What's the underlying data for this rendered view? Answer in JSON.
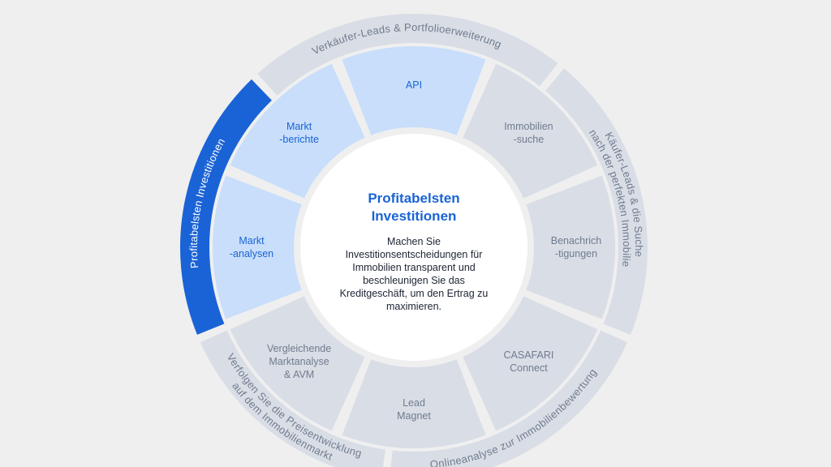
{
  "hub": {
    "title": "Profitabelsten\nInvestitionen",
    "body": "Machen Sie Investitionsentscheidungen für Immobilien transparent und beschleunigen Sie das Kreditgeschäft, um den Ertrag zu maximieren."
  },
  "colors": {
    "background": "#efeff0",
    "segment_inactive": "#d9dde5",
    "segment_active": "#c8defa",
    "outer_ring_inactive": "#d9dde5",
    "outer_ring_active": "#1a63d6",
    "text_inactive": "#6f7c8f",
    "text_active": "#1a63d6",
    "hub_fill": "#ffffff"
  },
  "segments": [
    {
      "id": "api",
      "label": "API",
      "active": true
    },
    {
      "id": "immobiliensuche",
      "label": "Immobilien\n-suche",
      "active": false
    },
    {
      "id": "benachrichtigungen",
      "label": "Benachrich\n-tigungen",
      "active": false
    },
    {
      "id": "casafari-connect",
      "label": "CASAFARI\nConnect",
      "active": false
    },
    {
      "id": "lead-magnet",
      "label": "Lead\nMagnet",
      "active": false
    },
    {
      "id": "vergleichende-marktanalyse",
      "label": "Vergleichende\nMarktanalyse\n& AVM",
      "active": false
    },
    {
      "id": "marktanalysen",
      "label": "Markt\n-analysen",
      "active": true
    },
    {
      "id": "marktberichte",
      "label": "Markt\n-berichte",
      "active": true
    }
  ],
  "outer_ring": [
    {
      "id": "verkaeufer-leads",
      "lines": [
        "Verkäufer-Leads & Portfolioerweiterung"
      ],
      "active": false
    },
    {
      "id": "kaeufer-leads",
      "lines": [
        "Käufer-Leads & die Suche",
        "nach der perfekten Immobilie"
      ],
      "active": false
    },
    {
      "id": "onlineanalyse",
      "lines": [
        "Onlineanalyse zur Immobilienbewertung"
      ],
      "active": false
    },
    {
      "id": "preisentwicklung",
      "lines": [
        "Verfolgen Sie die Preisentwicklung",
        "auf dem Immobilienmarkt"
      ],
      "active": false
    },
    {
      "id": "profitabelsten",
      "lines": [
        "Profitabelsten Investitionen"
      ],
      "active": true
    }
  ]
}
